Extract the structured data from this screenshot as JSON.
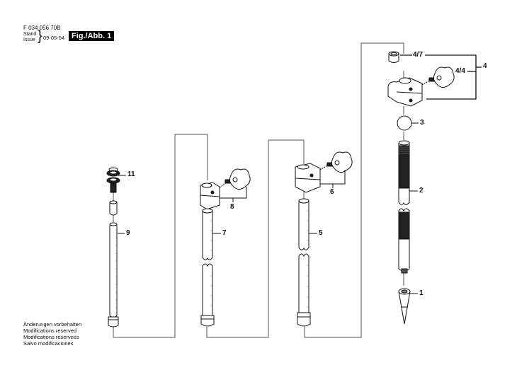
{
  "header": {
    "part_number": "F 034 056 70B",
    "stand_label": "Stand",
    "issue_label": "Issue",
    "date": "09-05-04",
    "figure_label": "Fig./Abb. 1"
  },
  "footer": {
    "lines": [
      "Änderungen vorbehalten",
      "Modifications reserved",
      "Modifications reservees",
      "Salvo modificaciones"
    ]
  },
  "callouts": {
    "c1": "1",
    "c2": "2",
    "c3": "3",
    "c4": "4",
    "c4_4": "4/4",
    "c4_7": "4/7",
    "c5": "5",
    "c6": "6",
    "c7": "7",
    "c8": "8",
    "c9": "9",
    "c11": "11"
  },
  "parts": [
    {
      "ref": "1",
      "depicts": "ground spike tip"
    },
    {
      "ref": "2",
      "depicts": "threaded base rod"
    },
    {
      "ref": "3",
      "depicts": "ball"
    },
    {
      "ref": "4",
      "depicts": "clamp assembly"
    },
    {
      "ref": "4/4",
      "depicts": "star knob screw"
    },
    {
      "ref": "4/7",
      "depicts": "cap sleeve"
    },
    {
      "ref": "5",
      "depicts": "graduated rod segment"
    },
    {
      "ref": "6",
      "depicts": "clamp with star knob"
    },
    {
      "ref": "7",
      "depicts": "graduated rod segment"
    },
    {
      "ref": "8",
      "depicts": "clamp with star knob"
    },
    {
      "ref": "9",
      "depicts": "graduated top rod"
    },
    {
      "ref": "11",
      "depicts": "screw with washers"
    }
  ],
  "colors": {
    "line": "#555555",
    "ink": "#111111",
    "thread": "#222222"
  }
}
